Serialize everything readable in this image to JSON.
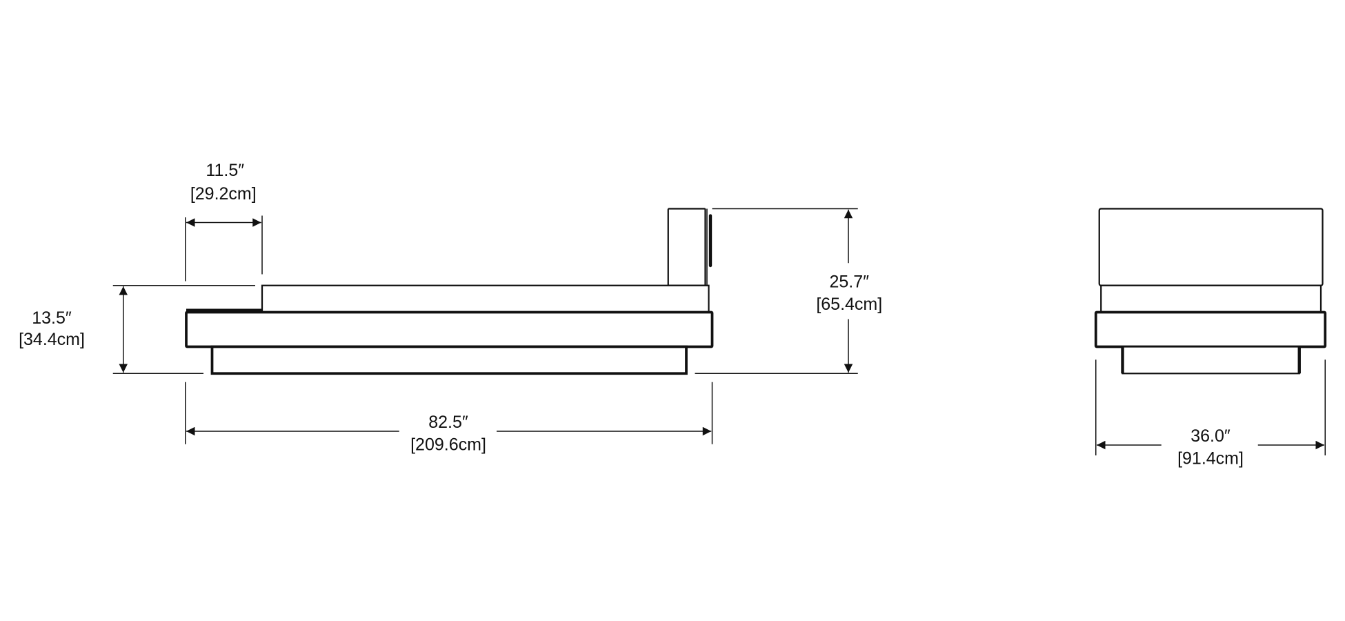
{
  "side_view": {
    "seat_depth": {
      "inches": "11.5″",
      "cm": "[29.2cm]"
    },
    "seat_height": {
      "inches": "13.5″",
      "cm": "[34.4cm]"
    },
    "overall_height": {
      "inches": "25.7″",
      "cm": "[65.4cm]"
    },
    "overall_length": {
      "inches": "82.5″",
      "cm": "[209.6cm]"
    }
  },
  "front_view": {
    "overall_width": {
      "inches": "36.0″",
      "cm": "[91.4cm]"
    }
  }
}
